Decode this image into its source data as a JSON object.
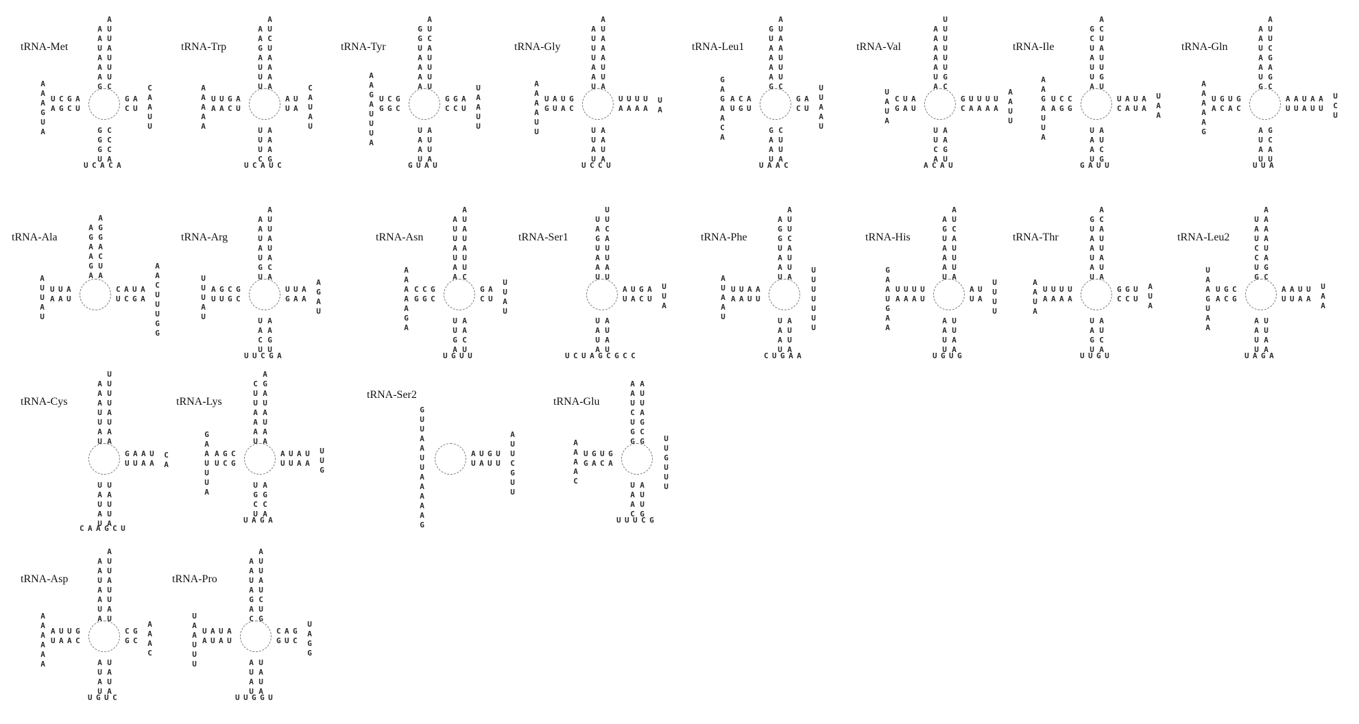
{
  "figure": {
    "trnas": [
      {
        "name": "tRNA-Met",
        "acc5": "AAUAAAG",
        "acc3": "UUAUUUC",
        "tail": "A",
        "d": {
          "s5": "AGCU",
          "s3": "UCGA",
          "loop": "AAAGUA"
        },
        "ac": {
          "s5": "GGGU",
          "s3": "CCCA",
          "loop": "UCACA"
        },
        "t": {
          "s5": "CU",
          "s3": "GA",
          "loop": "CAAUU"
        }
      },
      {
        "name": "tRNA-Trp",
        "acc5": "AAGAUUU",
        "acc3": "UCUAAAA",
        "tail": "A",
        "d": {
          "s5": "AACU",
          "s3": "UUGA",
          "loop": "AAAAA"
        },
        "ac": {
          "s5": "UUUC",
          "s3": "AAAG",
          "loop": "UCAUC"
        },
        "t": {
          "s5": "UA",
          "s3": "AU",
          "loop": "CAUAU"
        }
      },
      {
        "name": "tRNA-Tyr",
        "acc5": "GGUAAAA",
        "acc3": "UCAUUUU",
        "tail": "A",
        "d": {
          "s5": "GGC",
          "s3": "UCG",
          "loop": "AAGAUUUA"
        },
        "ac": {
          "s5": "UAAU",
          "s3": "AUUA",
          "loop": "GUAU"
        },
        "t": {
          "s5": "CCU",
          "s3": "GGA",
          "loop": "UAAUU"
        }
      },
      {
        "name": "tRNA-Gly",
        "acc5": "AUUUAAU",
        "acc3": "UAAAUUA",
        "tail": "A",
        "d": {
          "s5": "GUAC",
          "s3": "UAUG",
          "loop": "AAAAUU"
        },
        "ac": {
          "s5": "UUAU",
          "s3": "AAUA",
          "loop": "UCCU"
        },
        "t": {
          "s5": "AAAA",
          "s3": "UUUU",
          "loop": "UA"
        }
      },
      {
        "name": "tRNA-Leu1",
        "acc5": "GUAAAAG",
        "acc3": "UAAUUUC",
        "tail": "A",
        "d": {
          "s5": "UGU",
          "s3": "ACA",
          "loop": "GAGAACA"
        },
        "ac": {
          "s5": "GAAU",
          "s3": "CUUA",
          "loop": "UAAC"
        },
        "t": {
          "s5": "CU",
          "s3": "GA",
          "loop": "UUAAU"
        }
      },
      {
        "name": "tRNA-Val",
        "acc5": "AAAAAUA",
        "acc3": "UUUUUGC",
        "tail": "U",
        "d": {
          "s5": "GAU",
          "s3": "CUA",
          "loop": "UAUA"
        },
        "ac": {
          "s5": "UUCA",
          "s3": "AAGU",
          "loop": "ACAU"
        },
        "t": {
          "s5": "CAAAA",
          "s3": "GUUUU",
          "loop": "AAUU"
        }
      },
      {
        "name": "tRNA-Ile",
        "acc5": "GCUAUUA",
        "acc3": "CUAUUGU",
        "tail": "A",
        "d": {
          "s5": "AGG",
          "s3": "UCC",
          "loop": "AAGAUUA"
        },
        "ac": {
          "s5": "UAAU",
          "s3": "AUCG",
          "loop": "GAUU"
        },
        "t": {
          "s5": "CAUA",
          "s3": "UAUA",
          "loop": "UAA"
        }
      },
      {
        "name": "tRNA-Gln",
        "acc5": "AAUAAUG",
        "acc3": "UUCGAGC",
        "tail": "A",
        "d": {
          "s5": "ACAC",
          "s3": "UGUG",
          "loop": "AAAAAG"
        },
        "ac": {
          "s5": "AUAU",
          "s3": "GCAU",
          "loop": "UUA"
        },
        "t": {
          "s5": "UUAUU",
          "s3": "AAUAA",
          "loop": "UCU"
        }
      },
      {
        "name": "tRNA-Ala",
        "acc5": "AGAAGA",
        "acc3": "GGACUA",
        "tail": "A",
        "d": {
          "s5": "AAU",
          "s3": "UUA",
          "loop": "AUUAU"
        },
        "ac": {
          "s5": "",
          "s3": "",
          "loop": ""
        },
        "t": {
          "s5": "UCGA",
          "s3": "CAUA",
          "loop": "AACUUUGG"
        }
      },
      {
        "name": "tRNA-Arg",
        "acc5": "AAUAUGU",
        "acc3": "UUAUACA",
        "tail": "A",
        "d": {
          "s5": "UUGC",
          "s3": "AGCG",
          "loop": "UUUAU"
        },
        "ac": {
          "s5": "UACU",
          "s3": "AAGU",
          "loop": "UUCGA"
        },
        "t": {
          "s5": "GAA",
          "s3": "UUA",
          "loop": "AGAU"
        }
      },
      {
        "name": "tRNA-Asn",
        "acc5": "AUUAUAA",
        "acc3": "UAUAUUC",
        "tail": "A",
        "d": {
          "s5": "GGC",
          "s3": "CCG",
          "loop": "AAAAAGA"
        },
        "ac": {
          "s5": "UUGA",
          "s3": "AACU",
          "loop": "UGUU"
        },
        "t": {
          "s5": "CU",
          "s3": "GA",
          "loop": "UUAU"
        }
      },
      {
        "name": "tRNA-Ser1",
        "acc5": "UAGUAAU",
        "acc3": "UCAUUAU",
        "tail": "U",
        "d": {
          "s5": "",
          "s3": "",
          "loop": ""
        },
        "ac": {
          "s5": "UAUA",
          "s3": "AUAU",
          "loop": "UCUAGCGCC"
        },
        "t": {
          "s5": "UACU",
          "s3": "AUGA",
          "loop": "UUA"
        }
      },
      {
        "name": "tRNA-Phe",
        "acc5": "AGGUAAU",
        "acc3": "UUCAUUA",
        "tail": "A",
        "d": {
          "s5": "AAUU",
          "s3": "UUAA",
          "loop": "AUAAU"
        },
        "ac": {
          "s5": "UAAU",
          "s3": "AUUA",
          "loop": "CUGAA"
        },
        "t": {
          "s5": "",
          "s3": "",
          "loop": "UUUUUUU"
        }
      },
      {
        "name": "tRNA-His",
        "acc5": "AGUAAAU",
        "acc3": "UCAUUUA",
        "tail": "A",
        "d": {
          "s5": "AAAU",
          "s3": "UUUU",
          "loop": "GAAUGAA"
        },
        "ac": {
          "s5": "AAUU",
          "s3": "UUAA",
          "loop": "UGUG"
        },
        "t": {
          "s5": "UA",
          "s3": "AU",
          "loop": "UUUU"
        }
      },
      {
        "name": "tRNA-Thr",
        "acc5": "GUAAUAU",
        "acc3": "CAUUAUA",
        "tail": "A",
        "d": {
          "s5": "AAAA",
          "s3": "UUUU",
          "loop": "AAUA"
        },
        "ac": {
          "s5": "UAGU",
          "s3": "AUCA",
          "loop": "UUGU"
        },
        "t": {
          "s5": "CCU",
          "s3": "GGU",
          "loop": "AUA"
        }
      },
      {
        "name": "tRNA-Leu2",
        "acc5": "UAUCCUG",
        "acc3": "AAAUAGC",
        "tail": "A",
        "d": {
          "s5": "ACG",
          "s3": "UGC",
          "loop": "UAAGUAA"
        },
        "ac": {
          "s5": "AAUU",
          "s3": "UUAA",
          "loop": "UAGA"
        },
        "t": {
          "s5": "UUAA",
          "s3": "AAUU",
          "loop": "UAA"
        }
      },
      {
        "name": "tRNA-Cys",
        "acc5": "AAAUUAU",
        "acc3": "UUUAUAA",
        "tail": "U",
        "d": {
          "s5": "",
          "s3": "",
          "loop": ""
        },
        "ac": {
          "s5": "UAUAU",
          "s3": "UAUUA",
          "loop": "CAAGCU"
        },
        "t": {
          "s5": "UUAA",
          "s3": "GAAU",
          "loop": "CA"
        }
      },
      {
        "name": "tRNA-Lys",
        "acc5": "CUUAAAU",
        "acc3": "GAUAUAA",
        "tail": "A",
        "d": {
          "s5": "UCG",
          "s3": "AGC",
          "loop": "GAAUUUA"
        },
        "ac": {
          "s5": "UGCU",
          "s3": "AGCA",
          "loop": "UAGA"
        },
        "t": {
          "s5": "UUAA",
          "s3": "AUAU",
          "loop": "UUG"
        }
      },
      {
        "name": "tRNA-Ser2",
        "acc5": "",
        "acc3": "",
        "tail": "",
        "d": {
          "s5": "",
          "s3": "",
          "loop": "GUUAAUUAAAAAG"
        },
        "ac": {
          "s5": "",
          "s3": "",
          "loop": ""
        },
        "t": {
          "s5": "UAUU",
          "s3": "AUGU",
          "loop": "AUUCGUU"
        }
      },
      {
        "name": "tRNA-Glu",
        "acc5": "AAUCUGG",
        "acc3": "AUUAGCG",
        "tail": "",
        "d": {
          "s5": "GACA",
          "s3": "UGUG",
          "loop": "AAAAC"
        },
        "ac": {
          "s5": "UAAC",
          "s3": "AUUG",
          "loop": "UUUCG"
        },
        "t": {
          "s5": "",
          "s3": "",
          "loop": "UUGUUU"
        }
      },
      {
        "name": "tRNA-Asp",
        "acc5": "AAUAAUA",
        "acc3": "UUAUUAU",
        "tail": "A",
        "d": {
          "s5": "UAAC",
          "s3": "AUUG",
          "loop": "AAAAAA"
        },
        "ac": {
          "s5": "AUAU",
          "s3": "UAUA",
          "loop": "UGUC"
        },
        "t": {
          "s5": "GC",
          "s3": "CG",
          "loop": "AAAC"
        }
      },
      {
        "name": "tRNA-Pro",
        "acc5": "AAUAGAC",
        "acc3": "UUAUCUG",
        "tail": "A",
        "d": {
          "s5": "AUAU",
          "s3": "UAUA",
          "loop": "UAAUUU"
        },
        "ac": {
          "s5": "AUAU",
          "s3": "UAUA",
          "loop": "UUGGU"
        },
        "t": {
          "s5": "GUC",
          "s3": "CAG",
          "loop": "UAGG"
        }
      }
    ]
  }
}
